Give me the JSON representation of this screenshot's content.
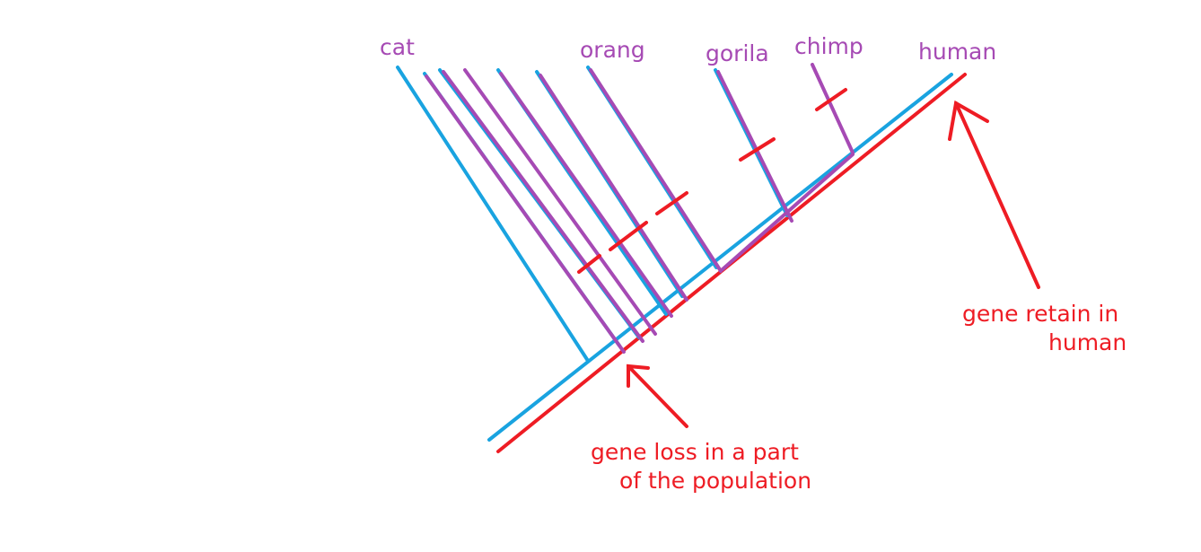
{
  "colors": {
    "blue": "#19a3e0",
    "red": "#ee1c24",
    "purple": "#a64ab4"
  },
  "species": [
    "cat",
    "orang",
    "gorila",
    "chimp",
    "human"
  ],
  "annotations": {
    "retain_line1": "gene retain in",
    "retain_line2": "human",
    "loss_line1": "gene loss in a part",
    "loss_line2": "of the population"
  }
}
